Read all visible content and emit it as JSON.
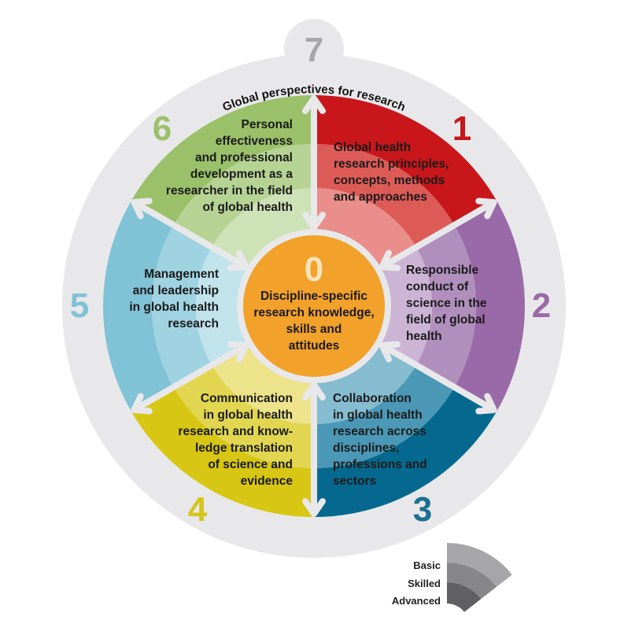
{
  "title_ring": "Global perspectives for research",
  "center": {
    "number": "0",
    "lines": [
      "Discipline-specific",
      "research knowledge,",
      "skills and",
      "attitudes"
    ],
    "color": "#f2a12a"
  },
  "domain7": {
    "number": "7",
    "color": "#a6a6a8"
  },
  "sectors": [
    {
      "number": "1",
      "lines": [
        "Global health",
        "research principles,",
        "concepts, methods",
        "and approaches"
      ],
      "colors": [
        "#c8161b",
        "#dd5b57",
        "#e98e8a"
      ],
      "number_color": "#c8161b"
    },
    {
      "number": "2",
      "lines": [
        "Responsible",
        "conduct of",
        "science in the",
        "field of global",
        "health"
      ],
      "colors": [
        "#9a6aa8",
        "#b08fbd",
        "#cbb4d4"
      ],
      "number_color": "#9a6aa8"
    },
    {
      "number": "3",
      "lines": [
        "Collaboration",
        "in global health",
        "research across",
        "disciplines,",
        "professions and",
        "sectors"
      ],
      "colors": [
        "#05698f",
        "#4a98b5",
        "#85bcd0"
      ],
      "number_color": "#1b6f92"
    },
    {
      "number": "4",
      "lines": [
        "Communication",
        "in global health",
        "research and know-",
        "ledge translation",
        "of science and",
        "evidence"
      ],
      "colors": [
        "#d7c613",
        "#e2d650",
        "#ece38b"
      ],
      "number_color": "#d5c41a"
    },
    {
      "number": "5",
      "lines": [
        "Management",
        "and leadership",
        "in global health",
        "research"
      ],
      "colors": [
        "#80c2d6",
        "#a0d3e1",
        "#c1e3ec"
      ],
      "number_color": "#80c2d6"
    },
    {
      "number": "6",
      "lines": [
        "Personal",
        "effectiveness",
        "and professional",
        "development as a",
        "researcher in the field",
        "of global health"
      ],
      "colors": [
        "#9bc06a",
        "#b6d394",
        "#cde2b7"
      ],
      "number_color": "#9bc06a"
    }
  ],
  "legend": {
    "items": [
      "Basic",
      "Skilled",
      "Advanced"
    ],
    "colors": [
      "#a6a6a8",
      "#87878a",
      "#606063"
    ]
  }
}
